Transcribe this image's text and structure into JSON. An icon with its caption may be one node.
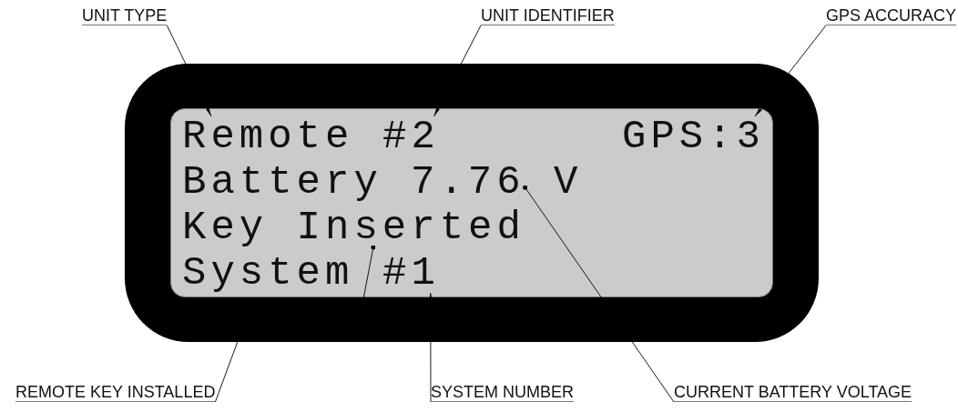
{
  "diagram": {
    "nodes": [
      {
        "text": [
          "UNIT TYPE"
        ]
      },
      {
        "text": [
          "UNIT IDENTIFIER"
        ]
      },
      {
        "text": [
          "GPS ACCURACY"
        ]
      },
      {
        "text": [],
        "shape": "box"
      },
      {
        "text": [
          "Remote"
        ],
        "in": 3
      },
      {
        "text": [
          "#2"
        ],
        "in": 3
      },
      {
        "text": [
          "GPS:3"
        ],
        "in": 3
      },
      {
        "text": [
          "Battery"
        ],
        "in": 3
      },
      {
        "text": [
          "7.76"
        ],
        "in": 3
      },
      {
        "text": [
          "V"
        ],
        "in": 3
      },
      {
        "text": [
          "Key Inserted"
        ],
        "in": 3
      },
      {
        "text": [
          "System"
        ],
        "in": 3
      },
      {
        "text": [
          "#1"
        ],
        "in": 3
      },
      {
        "text": [
          "REMOTE KEY INSTALLED"
        ]
      },
      {
        "text": [
          "SYSTEM NUMBER"
        ]
      },
      {
        "text": [
          "CURRENT BATTERY VOLTAGE"
        ]
      }
    ],
    "edges": [
      {
        "from": 0,
        "to": 4,
        "arrow": "to"
      },
      {
        "from": 1,
        "to": 5,
        "arrow": "to"
      },
      {
        "from": 2,
        "to": 6,
        "arrow": "to"
      },
      {
        "from": 13,
        "to": 10,
        "arrow": "other"
      },
      {
        "from": 14,
        "to": 12,
        "arrow": "to"
      },
      {
        "from": 15,
        "to": 8,
        "arrow": "other"
      }
    ]
  }
}
